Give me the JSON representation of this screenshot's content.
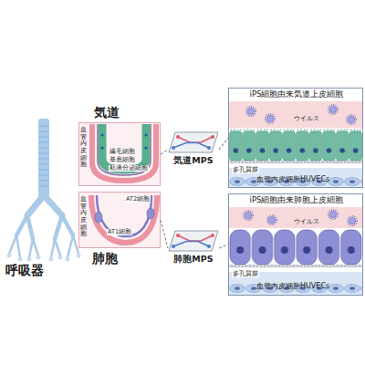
{
  "diagram": {
    "nodes": [
      {
        "text": [
          "気道",
          "血管内皮細胞",
          "繊毛細胞",
          "基底細胞",
          "粘液分泌細胞"
        ]
      },
      {
        "text": [
          "肺胞",
          "血管内皮細胞",
          "AT2細胞",
          "AT1細胞"
        ]
      },
      {
        "text": [
          "気道MPS"
        ]
      },
      {
        "text": [
          "肺胞MPS"
        ]
      },
      {
        "text": [
          "iPS細胞由来気道上皮細胞",
          "ウイルス",
          "多孔質膜",
          "血管内皮細胞HUVECs"
        ]
      },
      {
        "text": [
          "iPS細胞由来肺胞上皮細胞",
          "ウイルス",
          "多孔質膜",
          "血管内皮細胞HUVECs"
        ]
      }
    ],
    "edges": [
      {
        "from": 0,
        "to": 2,
        "arrow": "none"
      },
      {
        "from": 2,
        "to": 4,
        "arrow": "none"
      },
      {
        "from": 1,
        "to": 3,
        "arrow": "none"
      },
      {
        "from": 3,
        "to": 5,
        "arrow": "none"
      }
    ],
    "labels": [
      "呼吸器"
    ]
  }
}
